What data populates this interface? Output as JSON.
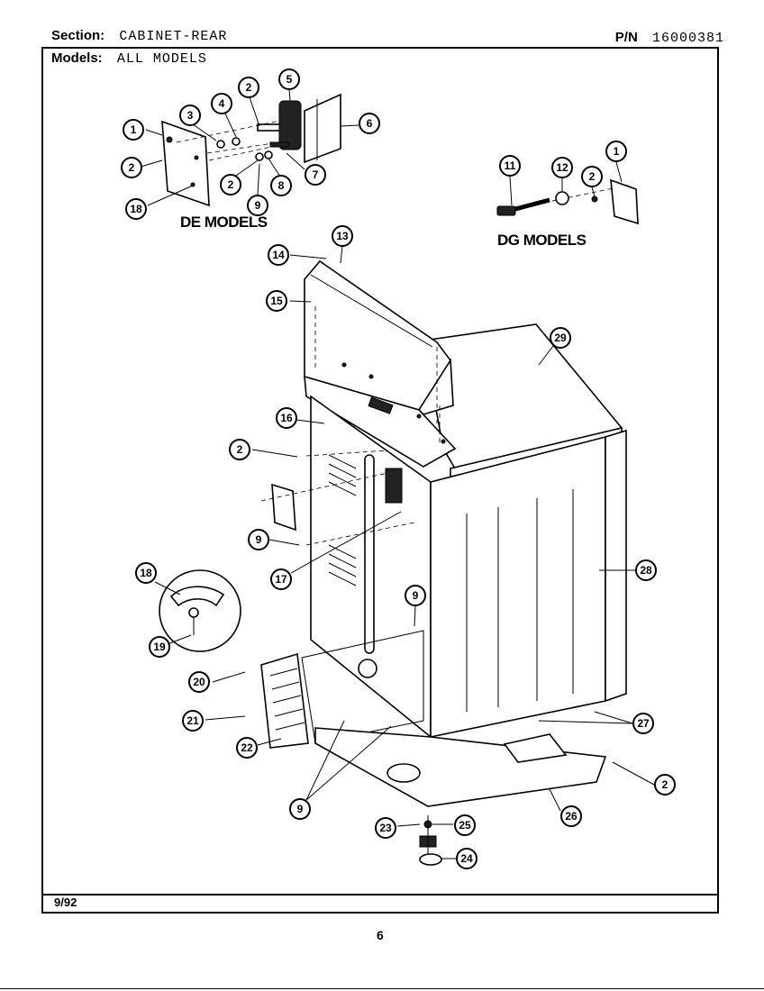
{
  "header": {
    "section_label": "Section:",
    "section_value": "CABINET-REAR",
    "models_label": "Models:",
    "models_value": "ALL MODELS",
    "pn_label": "P/N",
    "pn_value": "16000381"
  },
  "diagram": {
    "de_label": "DE MODELS",
    "dg_label": "DG MODELS"
  },
  "callouts": [
    {
      "n": "1"
    },
    {
      "n": "2"
    },
    {
      "n": "3"
    },
    {
      "n": "4"
    },
    {
      "n": "5"
    },
    {
      "n": "6"
    },
    {
      "n": "2"
    },
    {
      "n": "7"
    },
    {
      "n": "8"
    },
    {
      "n": "9"
    },
    {
      "n": "2"
    },
    {
      "n": "18"
    },
    {
      "n": "11"
    },
    {
      "n": "12"
    },
    {
      "n": "2"
    },
    {
      "n": "1"
    },
    {
      "n": "13"
    },
    {
      "n": "14"
    },
    {
      "n": "15"
    },
    {
      "n": "29"
    },
    {
      "n": "16"
    },
    {
      "n": "2"
    },
    {
      "n": "9"
    },
    {
      "n": "17"
    },
    {
      "n": "28"
    },
    {
      "n": "18"
    },
    {
      "n": "19"
    },
    {
      "n": "9"
    },
    {
      "n": "20"
    },
    {
      "n": "21"
    },
    {
      "n": "22"
    },
    {
      "n": "27"
    },
    {
      "n": "2"
    },
    {
      "n": "9"
    },
    {
      "n": "26"
    },
    {
      "n": "23"
    },
    {
      "n": "25"
    },
    {
      "n": "24"
    }
  ],
  "footer": {
    "date": "9/92",
    "page": "6"
  }
}
